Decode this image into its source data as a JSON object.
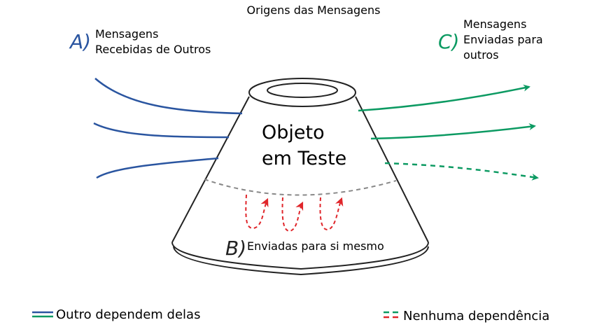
{
  "title": "Origens das Mensagens",
  "object_label": [
    "Objeto",
    "em Teste"
  ],
  "groups": {
    "a": {
      "letter": "A)",
      "lines": [
        "Mensagens",
        "Recebidas de Outros"
      ]
    },
    "b": {
      "letter": "B)",
      "lines": [
        "Enviadas para si mesmo"
      ]
    },
    "c": {
      "letter": "C)",
      "lines": [
        "Mensagens",
        "Enviadas para",
        "outros"
      ]
    }
  },
  "legend": {
    "solid_label": "Outro dependem delas",
    "dashed_label": "Nenhuma dependência"
  },
  "colors": {
    "incoming": "#2a55a0",
    "outgoing": "#0c9a62",
    "self": "#e0262b",
    "boundary": "#888888",
    "outline": "#222222"
  }
}
